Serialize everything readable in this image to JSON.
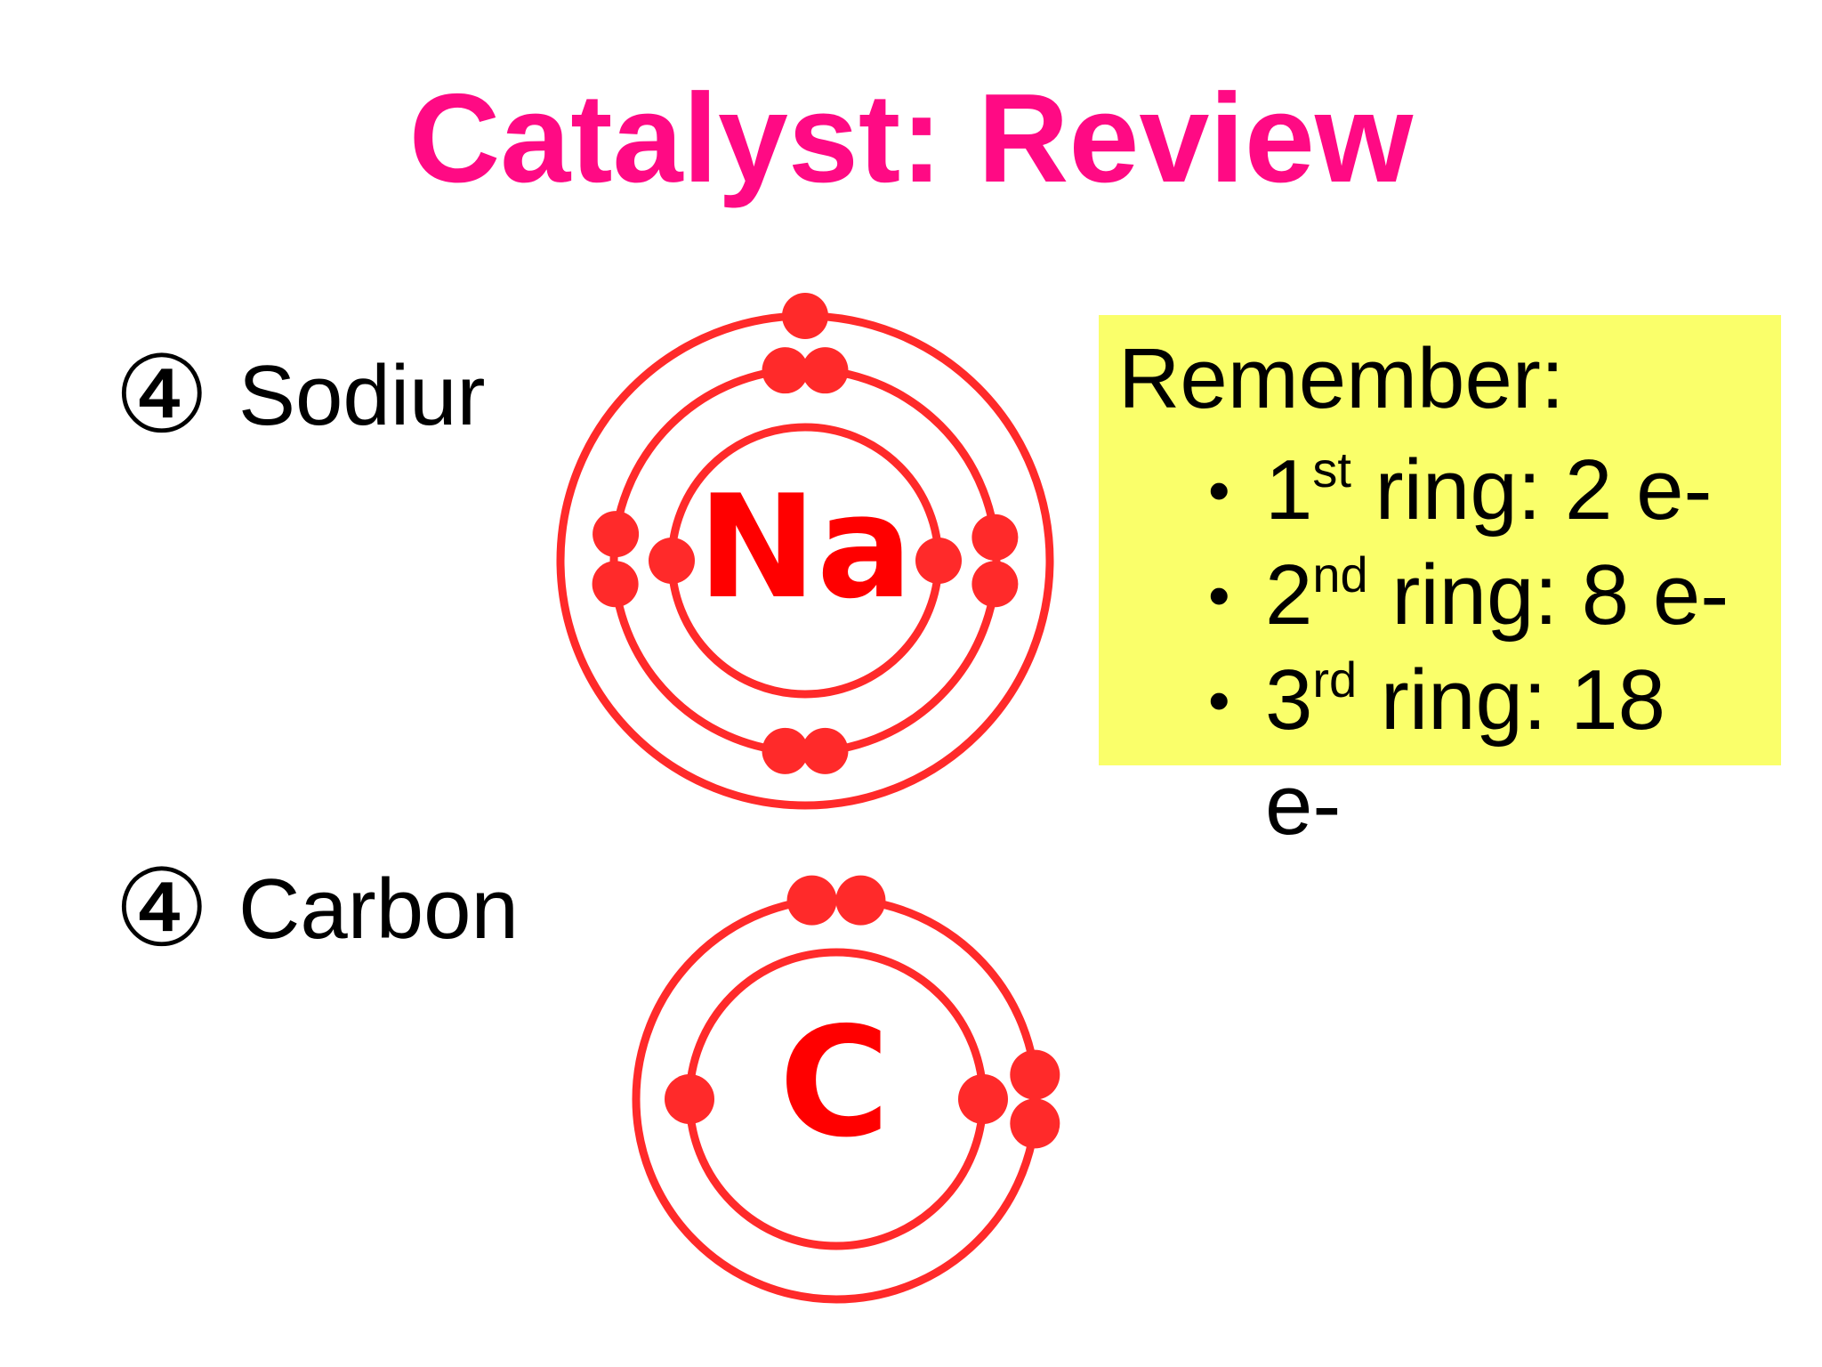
{
  "slide": {
    "title": "Catalyst: Review",
    "title_color": "#ff0a84",
    "items": [
      {
        "marker": "④",
        "label": "Sodiur"
      },
      {
        "marker": "④",
        "label": "Carbon"
      }
    ],
    "reminder": {
      "background": "#faff6a",
      "heading": "Remember:",
      "rules": [
        {
          "bullet": "•",
          "ordinal": "1",
          "suffix": "st",
          "text": " ring: 2 e-"
        },
        {
          "bullet": "•",
          "ordinal": "2",
          "suffix": "nd",
          "text": " ring: 8 e-"
        },
        {
          "bullet": "•",
          "ordinal": "3",
          "suffix": "rd",
          "text": " ring: 18 e-"
        }
      ]
    }
  },
  "diagrams": {
    "accent_color": "#ff2a2a",
    "symbol_color": "#ff0000",
    "sodium": {
      "symbol": "Na",
      "electrons_per_shell": [
        2,
        8,
        1
      ]
    },
    "carbon": {
      "symbol": "C",
      "electrons_per_shell": [
        2,
        4
      ]
    }
  }
}
